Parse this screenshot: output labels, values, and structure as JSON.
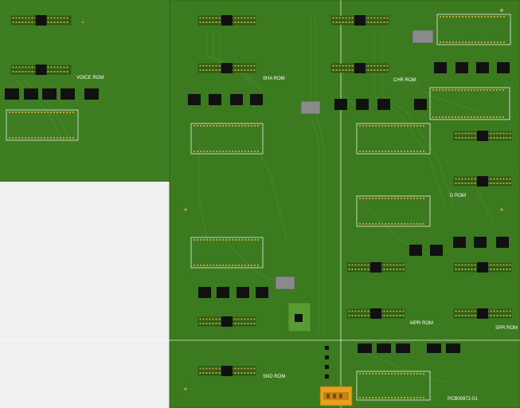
{
  "colors": {
    "canvas_bg": "#efefef",
    "pcb_green": "#3c7a1f",
    "pcb_green_light": "#4a8a2a",
    "trace": "#6aa84f",
    "silkscreen": "#ffffff",
    "chip_black": "#111111",
    "pad_gold": "#c8a13a",
    "connector_orange": "#e6a020",
    "guide_line": "#ffffff"
  },
  "labels": {
    "voice_rom": "VOICE ROM",
    "sha_rom": "SHA ROM",
    "chr_rom": "CHR ROM",
    "d_rom": "D ROM",
    "mpr_rom": "MPR ROM",
    "spr_rom": "SPR ROM",
    "snd_rom": "SND ROM",
    "part_number": "PCB00972-01"
  }
}
